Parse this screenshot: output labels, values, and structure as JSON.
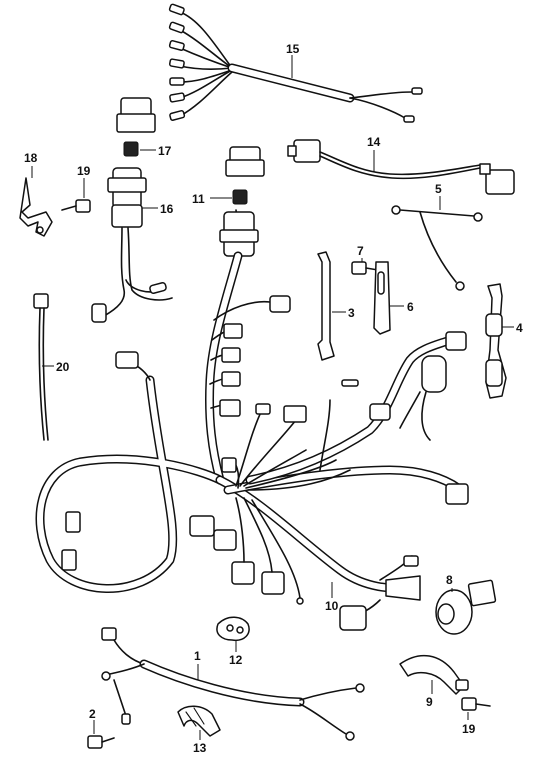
{
  "callouts": {
    "c1": "1",
    "c2": "2",
    "c3": "3",
    "c4": "4",
    "c5": "5",
    "c6": "6",
    "c7": "7",
    "c8": "8",
    "c9": "9",
    "c10": "10",
    "c11": "11",
    "c12": "12",
    "c13": "13",
    "c14": "14",
    "c15": "15",
    "c16": "16",
    "c17": "17",
    "c18": "18",
    "c19a": "19",
    "c19b": "19",
    "c20": "20"
  },
  "icons": {
    "connector": "connector-icon",
    "relay": "relay-icon",
    "bolt": "bolt-icon",
    "ring_terminal": "ring-terminal-icon"
  }
}
